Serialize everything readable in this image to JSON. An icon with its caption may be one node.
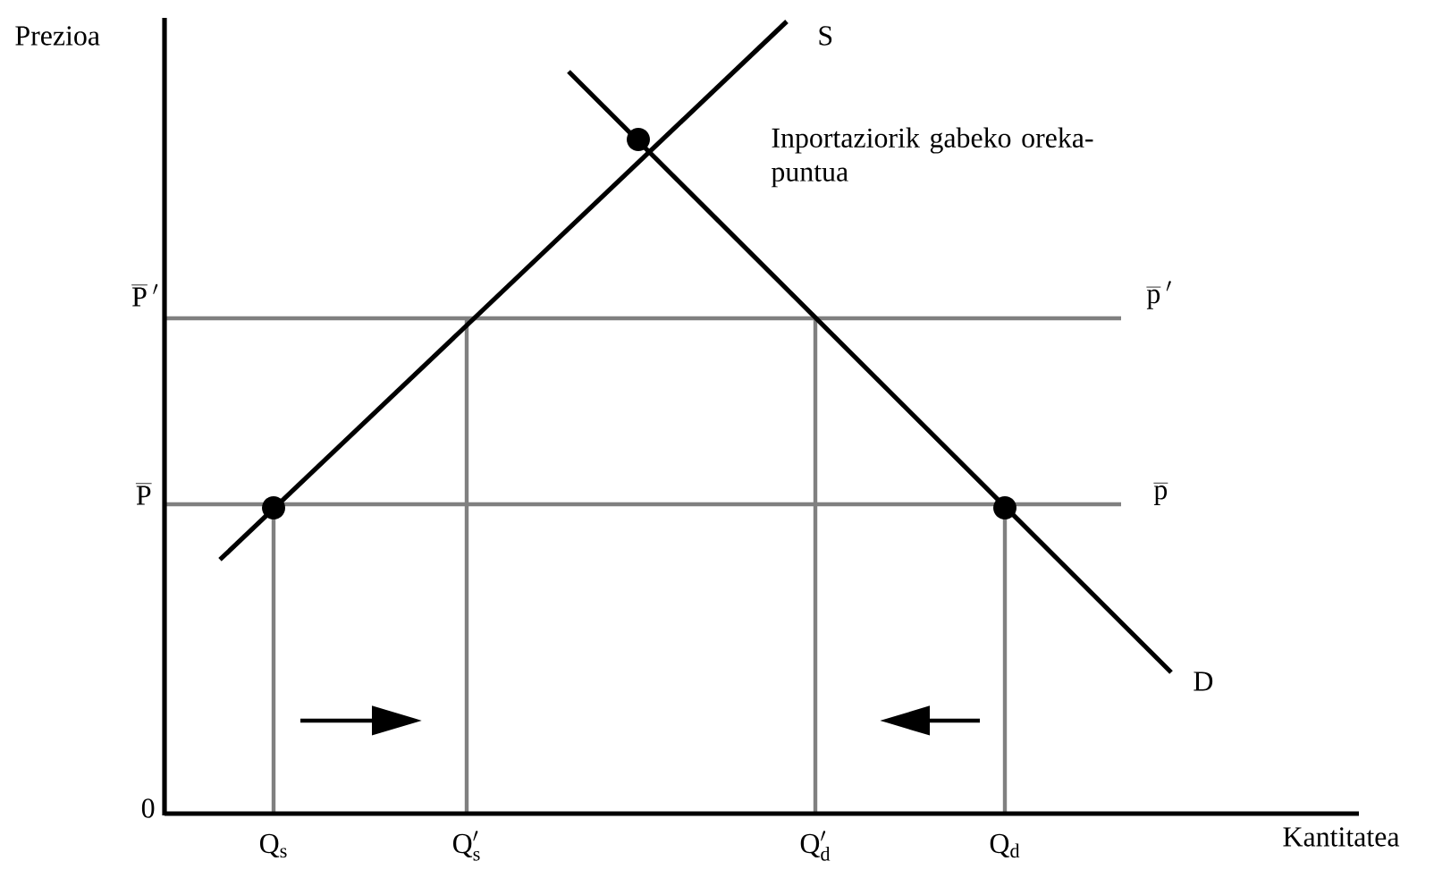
{
  "diagram": {
    "labels": [
      "Prezioa",
      "S",
      "Inportaziorik gabeko oreka-puntua",
      "\\overline{\\mathrm{P}}\\,'",
      "\\overline{\\mathrm{p}}\\,'",
      "\\overline{\\mathrm{P}}",
      "\\overline{\\mathrm{p}}",
      "D",
      "0",
      "\\mathrm{Q}_{\\mathrm{s}}",
      "\\mathrm{Q}_{\\mathrm{s}}^{\\prime}",
      "\\mathrm{Q}_{\\mathrm{d}}^{\\prime}",
      "\\mathrm{Q}_{\\mathrm{d}}",
      "Kantitatea"
    ]
  }
}
